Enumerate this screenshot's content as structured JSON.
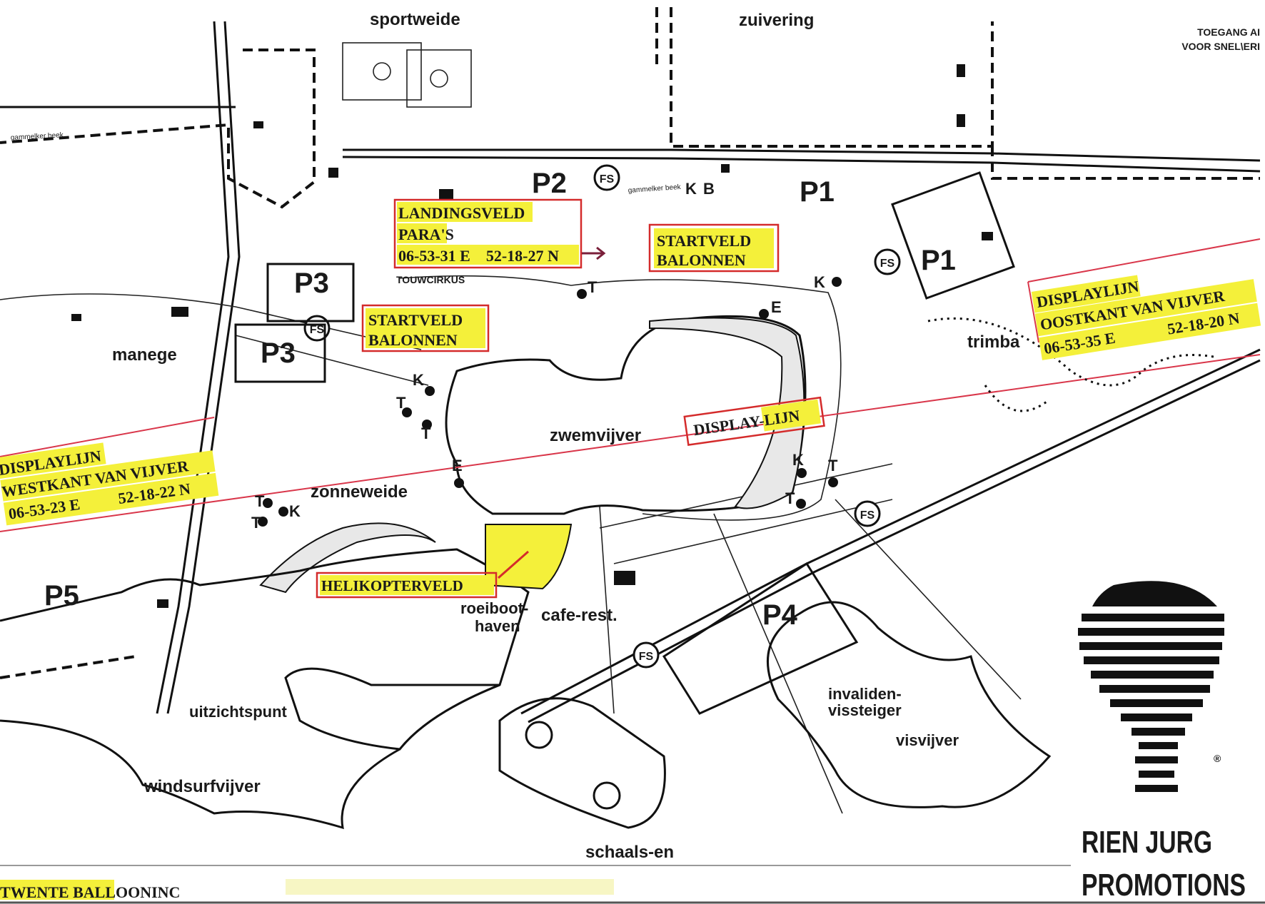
{
  "map": {
    "place_labels": {
      "sportweide": "sportweide",
      "zuivering": "zuivering",
      "toegang_line1": "TOEGANG AI",
      "toegang_line2": "VOOR SNEL\\ERI",
      "touwcirkus": "TOUWCIRKUS",
      "manege": "manege",
      "zwemvijver": "zwemvijver",
      "zonneweide": "zonneweide",
      "roeiboot": "roeiboot-",
      "haven": "haven",
      "cafe_rest": "cafe-rest.",
      "uitzichtspunt": "uitzichtspunt",
      "windsurfvijver": "windsurfvijver",
      "invaliden": "invaliden-",
      "vissteiger": "vissteiger",
      "visvijver": "visvijver",
      "schaats": "schaals-en",
      "trimbaan": "trimba",
      "beek1": "gammelker beek",
      "beek2": "gammelker beek"
    },
    "parking": {
      "p1a": "P1",
      "p1b": "P1",
      "p2": "P2",
      "p3a": "P3",
      "p3b": "P3",
      "p4": "P4",
      "p5": "P5"
    },
    "facility_marks": {
      "fs": "FS",
      "k": "K",
      "b": "B",
      "t": "T",
      "e": "E"
    },
    "annotations": {
      "landingsveld": [
        "LANDINGSVELD",
        "PARA'S",
        "06-53-31 E    52-18-27 N"
      ],
      "startveld_1": [
        "STARTVELD",
        "BALONNEN"
      ],
      "startveld_2": [
        "STARTVELD",
        "BALONNEN"
      ],
      "display_lijn": "DISPLAY-LIJN",
      "displaylijn_west": [
        "DISPLAYLIJN",
        "WESTKANT VAN VIJVER",
        "06-53-23 E",
        "52-18-22 N"
      ],
      "displaylijn_oost": [
        "DISPLAYLIJN",
        "OOSTKANT VAN VIJVER",
        "06-53-35 E",
        "52-18-20 N"
      ],
      "helikopterveld": "HELIKOPTERVELD"
    },
    "footer": {
      "left_text": "TWENTE BALLOONINC"
    },
    "logo": {
      "line1": "RIEN JURG",
      "line2": "PROMOTIONS",
      "registered": "®"
    },
    "colors": {
      "highlight": "#f4f03a",
      "annotation_box": "#d42b2b",
      "display_line": "#d9364a"
    }
  }
}
